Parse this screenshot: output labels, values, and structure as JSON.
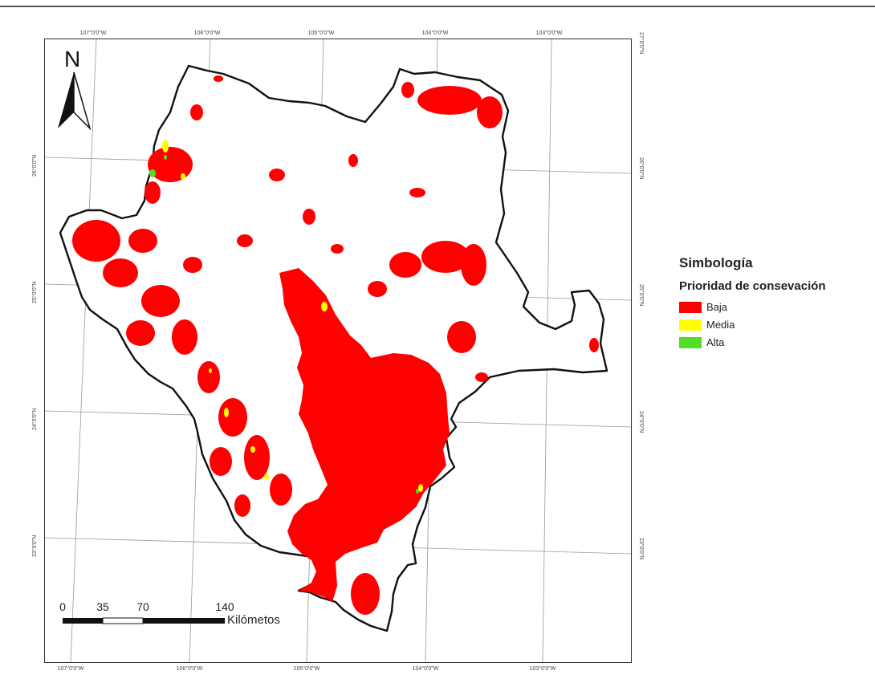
{
  "map": {
    "north_label": "N",
    "longitude_ticks": [
      "107°0'0\"W",
      "106°0'0\"W",
      "105°0'0\"W",
      "104°0'0\"W",
      "103°0'0\"W"
    ],
    "latitude_ticks": [
      "26°0'0\"N",
      "25°0'0\"N",
      "24°0'0\"N",
      "23°0'0\"N"
    ],
    "right_top_tick": "27°0'0\"N",
    "scale_bar": {
      "labels": [
        "0",
        "35",
        "70",
        "140"
      ],
      "unit": "Kilómetos"
    },
    "colors": {
      "baja": "#ff0000",
      "media": "#ffff00",
      "alta": "#55dd22",
      "border": "#111111"
    }
  },
  "legend": {
    "title": "Simbología",
    "subtitle": "Prioridad de consevación",
    "items": [
      {
        "label": "Baja",
        "color": "#ff0000"
      },
      {
        "label": "Media",
        "color": "#ffff00"
      },
      {
        "label": "Alta",
        "color": "#55dd22"
      }
    ]
  }
}
